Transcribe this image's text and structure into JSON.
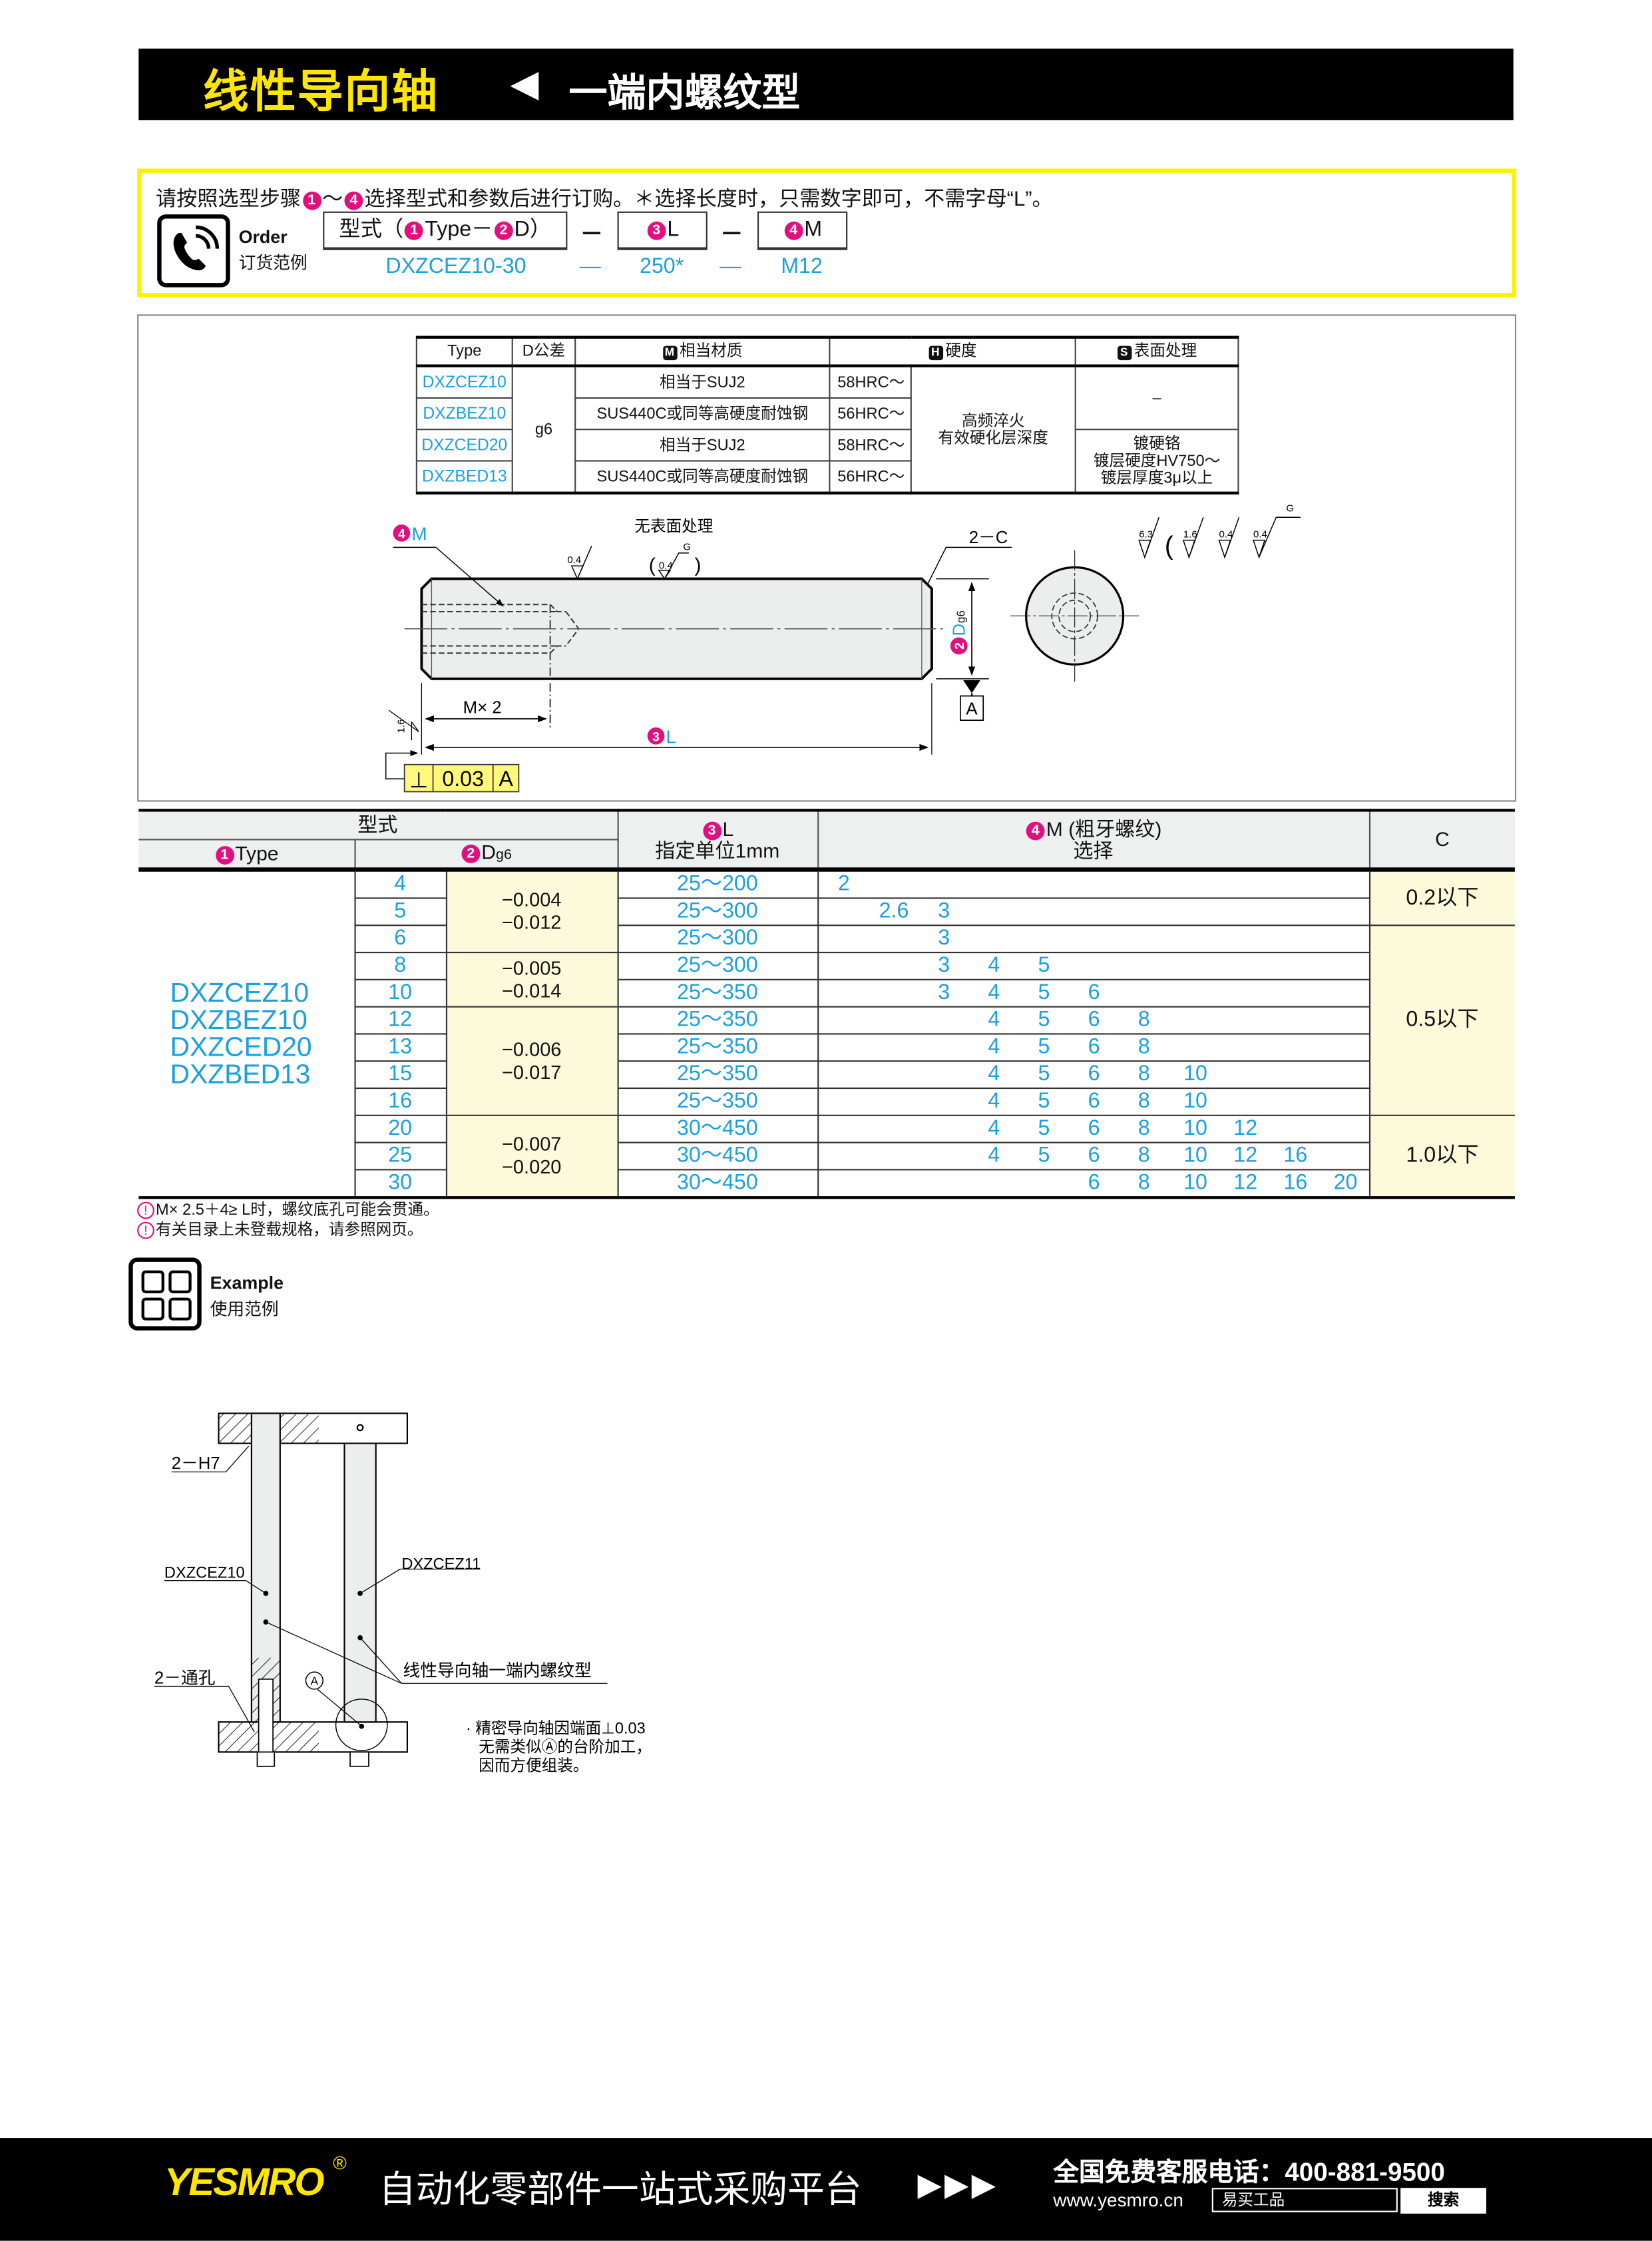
{
  "header": {
    "title": "线性导向轴",
    "subtitle": "一端内螺纹型"
  },
  "order": {
    "instruction_a": "请按照选型步骤",
    "instruction_b": "～",
    "instruction_c": "选择型式和参数后进行订购。＊选择长度时，只需数字即可，不需字母“L”。",
    "icon_en": "Order",
    "icon_cn": "订货范例",
    "box_type_a": "型式（",
    "box_type_b": "Type－",
    "box_type_c": "D）",
    "box_l": "L",
    "box_m": "M",
    "dash": "－",
    "example_type": "DXZCEZ10-30",
    "example_l": "250*",
    "example_m": "M12",
    "example_dash": "—"
  },
  "badges": {
    "b1": "1",
    "b2": "2",
    "b3": "3",
    "b4": "4"
  },
  "spec": {
    "h_type": "Type",
    "h_d": "D公差",
    "h_material": "相当材质",
    "h_hardness": "硬度",
    "h_surface": "表面处理",
    "icon_m": "M",
    "icon_h": "H",
    "icon_s": "S",
    "rows": [
      {
        "type": "DXZCEZ10",
        "material": "相当于SUJ2",
        "hrc": "58HRC～"
      },
      {
        "type": "DXZBEZ10",
        "material": "SUS440C或同等高硬度耐蚀钢",
        "hrc": "56HRC～"
      },
      {
        "type": "DXZCED20",
        "material": "相当于SUJ2",
        "hrc": "58HRC～"
      },
      {
        "type": "DXZBED13",
        "material": "SUS440C或同等高硬度耐蚀钢",
        "hrc": "56HRC～"
      }
    ],
    "tolerance": "g6",
    "hardening_1": "高频淬火",
    "hardening_2": "有效硬化层深度",
    "surface_none": "–",
    "surface_1": "镀硬铬",
    "surface_2": "镀层硬度HV750～",
    "surface_3": "镀层厚度3μ以上"
  },
  "drawing": {
    "label_m": "M",
    "no_surface": "无表面处理",
    "r04": "0.4",
    "g": "G",
    "chamfer": "2－C",
    "d_label": "D",
    "g6": "g6",
    "datum": "A",
    "mx2": "M× 2",
    "l_label": "L",
    "r16": "1.6",
    "tol_sym": "⊥",
    "tol_val": "0.03",
    "tol_datum": "A",
    "rough": [
      "6.3",
      "(",
      "1.6",
      "0.4",
      "0.4",
      ")"
    ]
  },
  "table": {
    "h_form": "型式",
    "h_type": "Type",
    "h_d": "D",
    "h_dg": "g6",
    "h_l": "L",
    "h_l2": "指定单位1mm",
    "h_m": "M (粗牙螺纹)",
    "h_m2": "选择",
    "h_c": "C",
    "types": [
      "DXZCEZ10",
      "DXZBEZ10",
      "DXZCED20",
      "DXZBED13"
    ],
    "rows": [
      {
        "d": "4",
        "l": "25～200",
        "m": [
          "2"
        ]
      },
      {
        "d": "5",
        "l": "25～300",
        "m": [
          "2.6",
          "3"
        ]
      },
      {
        "d": "6",
        "l": "25～300",
        "m": [
          "3"
        ]
      },
      {
        "d": "8",
        "l": "25～300",
        "m": [
          "3",
          "4",
          "5"
        ]
      },
      {
        "d": "10",
        "l": "25～350",
        "m": [
          "3",
          "4",
          "5",
          "6"
        ]
      },
      {
        "d": "12",
        "l": "25～350",
        "m": [
          "4",
          "5",
          "6",
          "8"
        ]
      },
      {
        "d": "13",
        "l": "25～350",
        "m": [
          "4",
          "5",
          "6",
          "8"
        ]
      },
      {
        "d": "15",
        "l": "25～350",
        "m": [
          "4",
          "5",
          "6",
          "8",
          "10"
        ]
      },
      {
        "d": "16",
        "l": "25～350",
        "m": [
          "4",
          "5",
          "6",
          "8",
          "10"
        ]
      },
      {
        "d": "20",
        "l": "30～450",
        "m": [
          "4",
          "5",
          "6",
          "8",
          "10",
          "12"
        ]
      },
      {
        "d": "25",
        "l": "30～450",
        "m": [
          "4",
          "5",
          "6",
          "8",
          "10",
          "12",
          "16"
        ]
      },
      {
        "d": "30",
        "l": "30～450",
        "m": [
          "6",
          "8",
          "10",
          "12",
          "16",
          "20"
        ]
      }
    ],
    "tol_groups": [
      {
        "upper": "−0.004",
        "lower": "−0.012",
        "rows": 3
      },
      {
        "upper": "−0.005",
        "lower": "−0.014",
        "rows": 2
      },
      {
        "upper": "−0.006",
        "lower": "−0.017",
        "rows": 4
      },
      {
        "upper": "−0.007",
        "lower": "−0.020",
        "rows": 3
      }
    ],
    "c_groups": [
      {
        "text": "0.2以下",
        "rows": 2
      },
      {
        "text": "0.5以下",
        "rows": 7
      },
      {
        "text": "1.0以下",
        "rows": 3
      }
    ]
  },
  "notes": [
    "M× 2.5＋4≥ L时，螺纹底孔可能会贯通。",
    "有关目录上未登载规格，请参照网页。"
  ],
  "note_icon": "!",
  "example": {
    "title_en": "Example",
    "title_cn": "使用范例",
    "h7": "2－H7",
    "part_a": "DXZCEZ10",
    "part_b": "DXZCEZ11",
    "through": "2－通孔",
    "product": "线性导向轴一端内螺纹型",
    "circle_a": "A",
    "note_1": "· 精密导向轴因端面⊥0.03",
    "note_2": "无需类似Ⓐ的台阶加工，",
    "note_3": "因而方便组装。"
  },
  "footer": {
    "logo": "YESMRO",
    "reg": "®",
    "slogan": "自动化零部件一站式采购平台",
    "arrows": "▶▶▶",
    "hotline": "全国免费客服电话：400-881-9500",
    "url": "www.yesmro.cn",
    "search_value": "易买工品",
    "search_button": "搜索"
  },
  "colors": {
    "accent_yellow": "#ffe600",
    "badge_magenta": "#e0117f",
    "link_blue": "#1aa0e0",
    "highlight": "#fdfadc"
  }
}
